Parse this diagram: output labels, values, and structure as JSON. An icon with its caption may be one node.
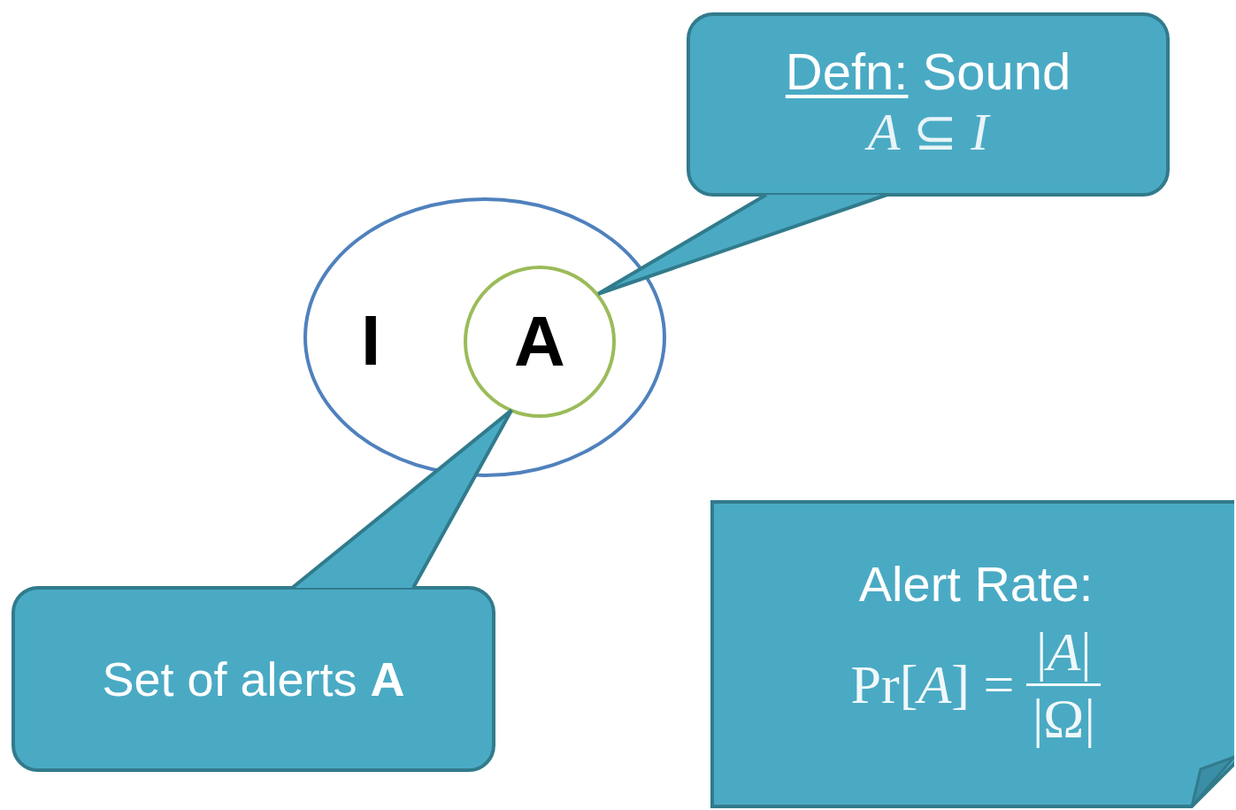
{
  "diagram": {
    "nodes": [
      {
        "text": [
          "I"
        ]
      },
      {
        "text": [
          "A"
        ],
        "in": 0
      },
      {
        "text": [
          "Defn:",
          "Sound",
          "*A* ⊆ *I*"
        ]
      },
      {
        "text": [
          "Set of alerts **A**"
        ]
      },
      {
        "text": [
          "Alert Rate:",
          "Pr[*A*] =",
          "|*A*|",
          "|Ω|"
        ]
      }
    ],
    "edges": [
      {
        "from": 2,
        "to": 1,
        "arrow": "none"
      },
      {
        "from": 3,
        "to": 1,
        "arrow": "none"
      }
    ]
  }
}
